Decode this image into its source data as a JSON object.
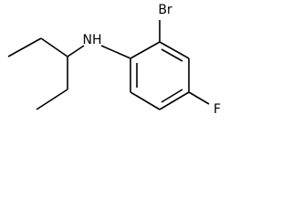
{
  "atoms": {
    "amine": "NH",
    "bromine": "Br",
    "fluorine": "F"
  }
}
